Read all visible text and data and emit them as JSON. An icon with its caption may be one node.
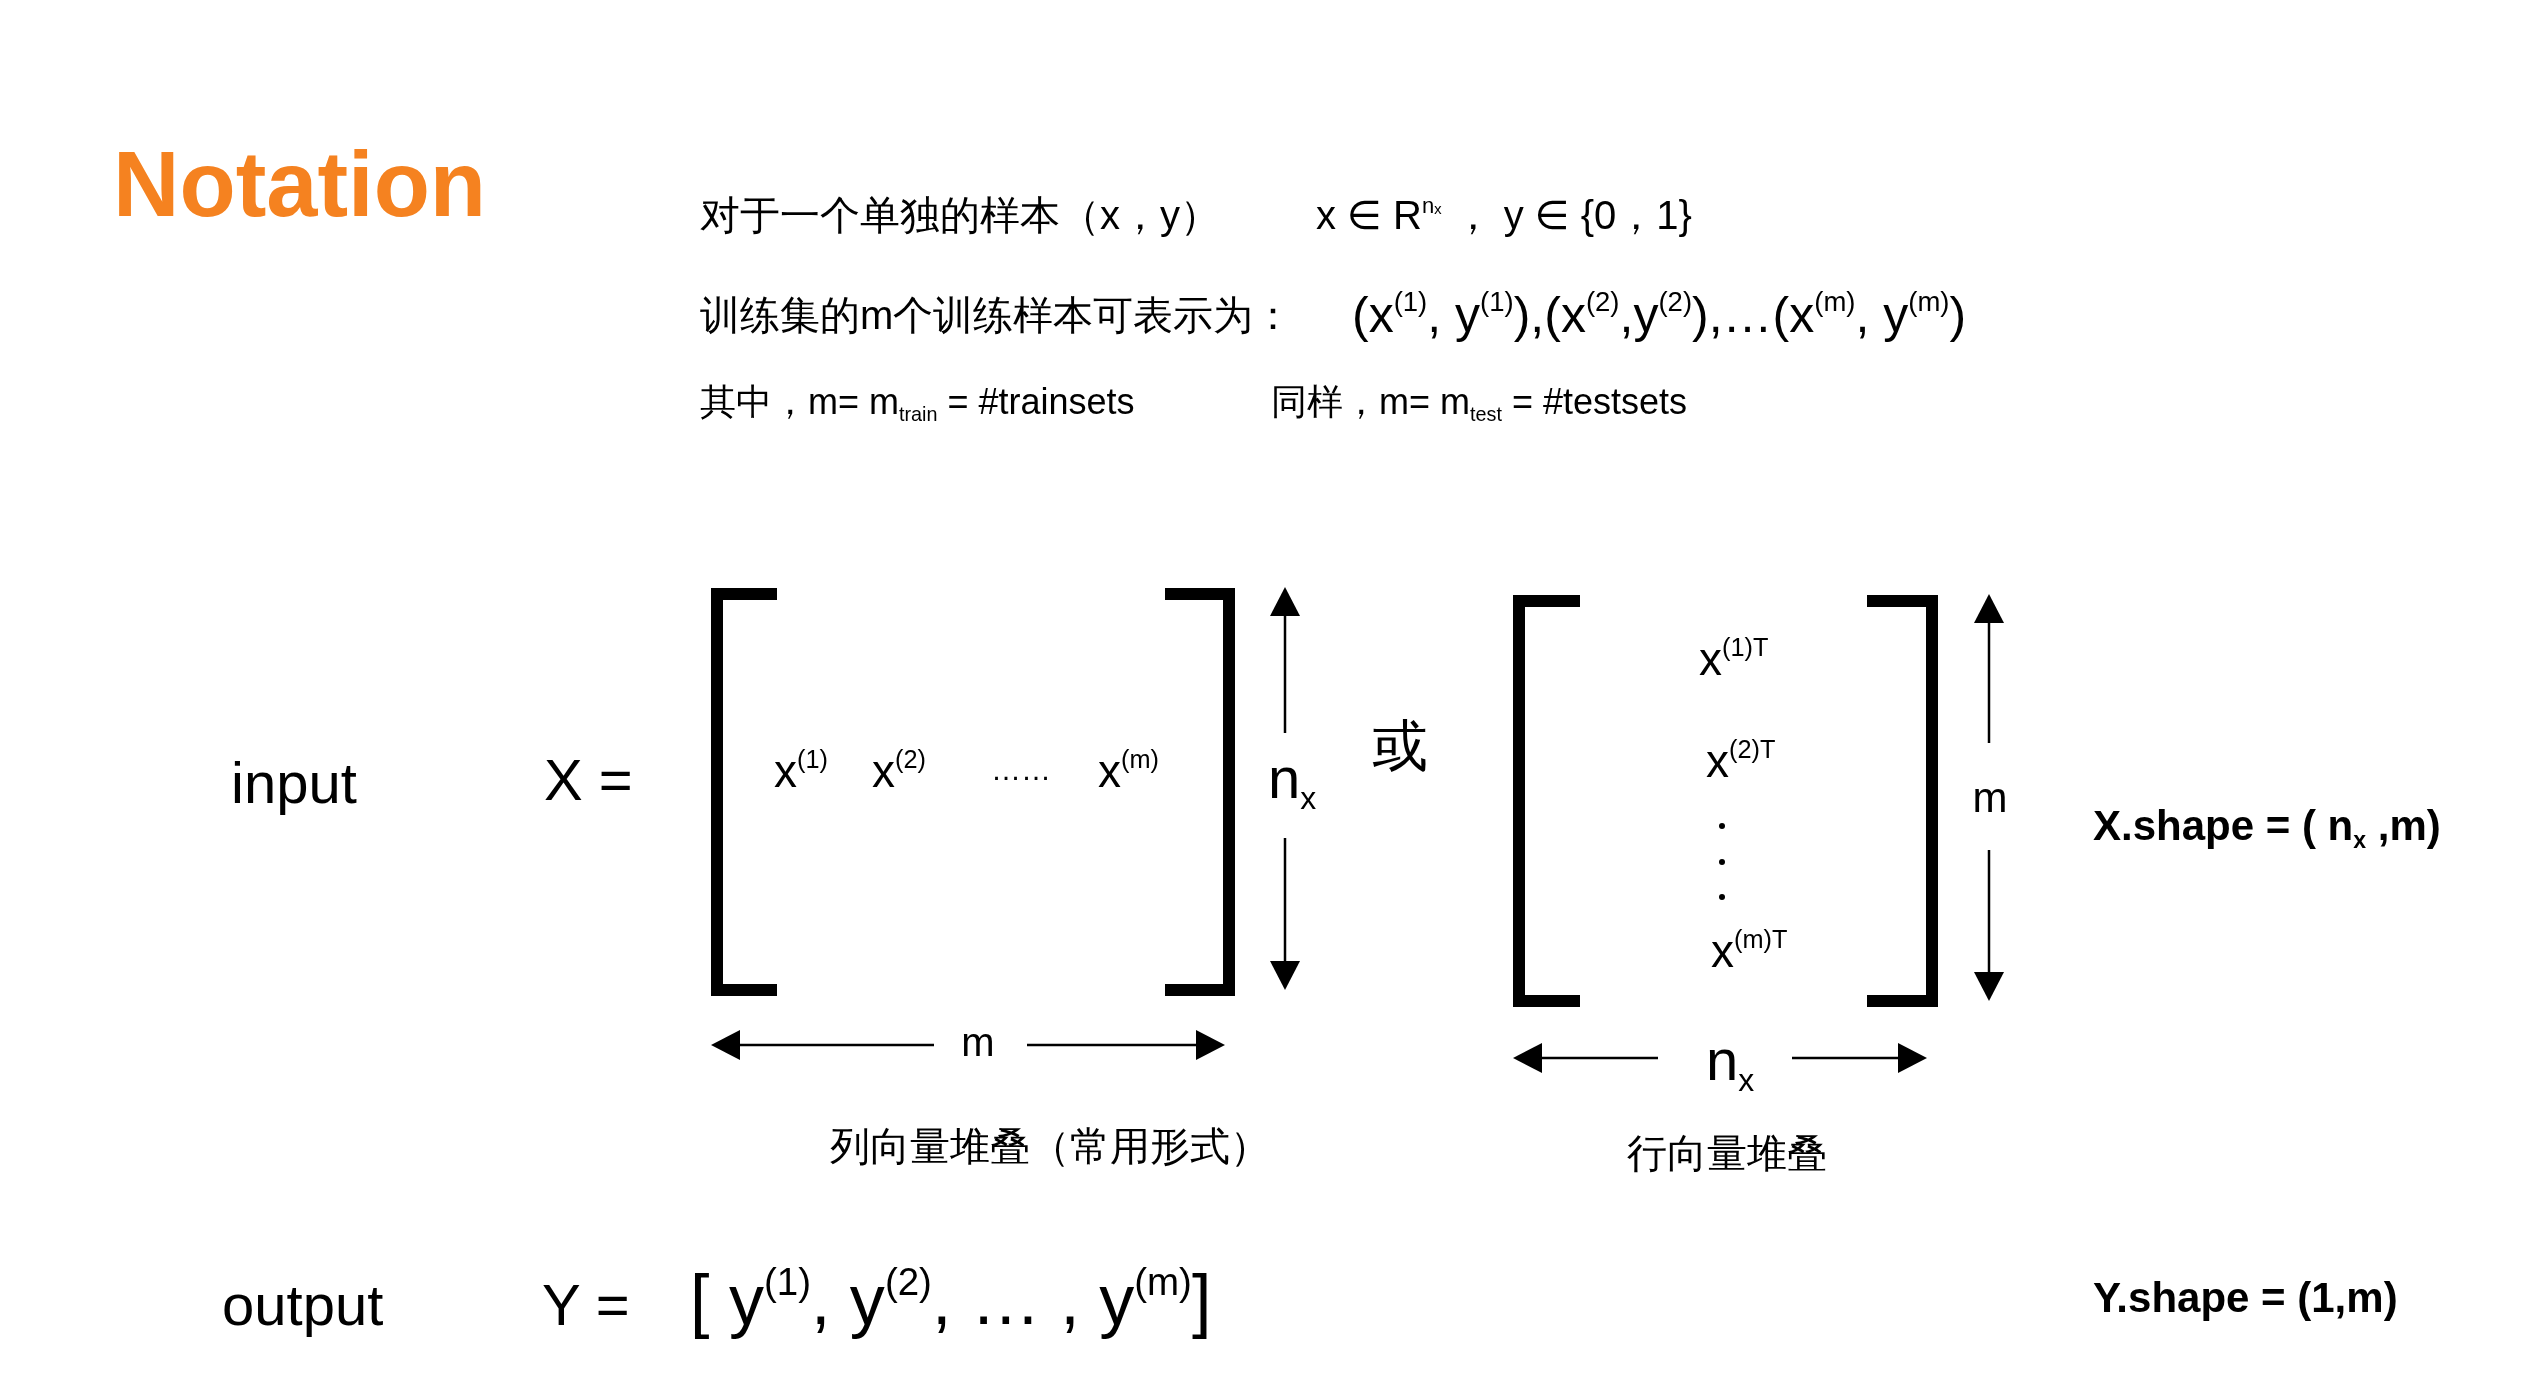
{
  "diagram": {
    "title": "Notation",
    "labels": [
      "对于一个单独的样本（x，y）",
      "x ∈ R$^{nₓ}$ ， y ∈ {0，1}",
      "训练集的m个训练样本可表示为：",
      "(x$^{(1)}$, y$^{(1)}$),(x$^{(2)}$,y$^{(2)}$),…(x$^{(m)}$, y$^{(m)}$)",
      "其中，m= m$_{train}$ = #trainsets",
      "同样，m= m$_{test}$ = #testsets",
      "input",
      "X =",
      "x$^{(1)}$",
      "x$^{(2)}$",
      "……",
      "x$^{(m)}$",
      "n$_{x}$",
      "或",
      "x$^{(1)T}$",
      "x$^{(2)T}$",
      "m",
      "X.shape = ( n$_{x}$ ,m)",
      "x$^{(m)T}$",
      "m",
      "n$_{x}$",
      "列向量堆叠（常用形式）",
      "行向量堆叠",
      "output",
      "Y =",
      "[ y$^{(1)}$, y$^{(2)}$, … , y$^{(m)}$]",
      "Y.shape = (1,m)"
    ]
  }
}
